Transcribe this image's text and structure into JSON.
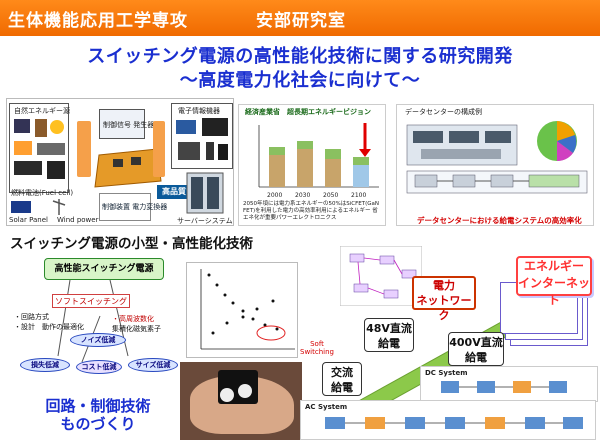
{
  "header": {
    "department": "生体機能応用工学専攻",
    "lab": "安部研究室",
    "color": "#f07a00"
  },
  "titles": {
    "main": "スイッチング電源の高性能化技術に関する研究開発",
    "sub": "～高度電力化社会に向けて～"
  },
  "top_left": {
    "natural_energy": "自然エネルギー源",
    "control_signal": "制御信号 発生器",
    "electronics": "電子情報機器",
    "hq_power": "高品質電力",
    "control_device": "制御装置 電力変換器",
    "solar": "Solar Panel",
    "wind": "Wind power",
    "server": "サーバーシステム",
    "fuel": "燃料電池(Fuel cell)"
  },
  "top_mid": {
    "title": "経済産業省　超長期エネルギービジョン",
    "years": [
      "2000",
      "2030",
      "2050",
      "2100"
    ],
    "note": "2050年頃には電力系エネルギーの50%はSiCFET(GaN FET)を利用した電力の高効率利用によるエネルギー 省エネ化が重要パワーエレクトロニクス"
  },
  "top_right": {
    "title": "データセンターの構成例",
    "caption": "データセンターにおける給電システムの高効率化"
  },
  "miniaturization": {
    "title": "スイッチング電源の小型・高性能化技術",
    "cloud": "高性能スイッチング電源",
    "soft_switching": "ソフトスイッチング",
    "circuit_points": [
      "・回路方式",
      "・設計　動作の最適化"
    ],
    "high_freq": [
      "・高周波数化",
      "集積化磁気素子"
    ],
    "noise": "ノイズ低減",
    "loss": "損失低減",
    "cost": "コスト低減",
    "size": "サイズ低減",
    "control_tech": "回路・制御技術",
    "manufacturing": "ものづくり",
    "soft_sw_label": "Soft Switching"
  },
  "right": {
    "energy_internet": [
      "エネルギー",
      "インターネット"
    ],
    "power_network": [
      "電力",
      "ネットワーク"
    ],
    "dc48": [
      "48V直流",
      "給電"
    ],
    "dc400": [
      "400V直流",
      "給電"
    ],
    "ac": [
      "交流",
      "給電"
    ],
    "ac_system": "AC System",
    "dc_system": "DC System"
  }
}
